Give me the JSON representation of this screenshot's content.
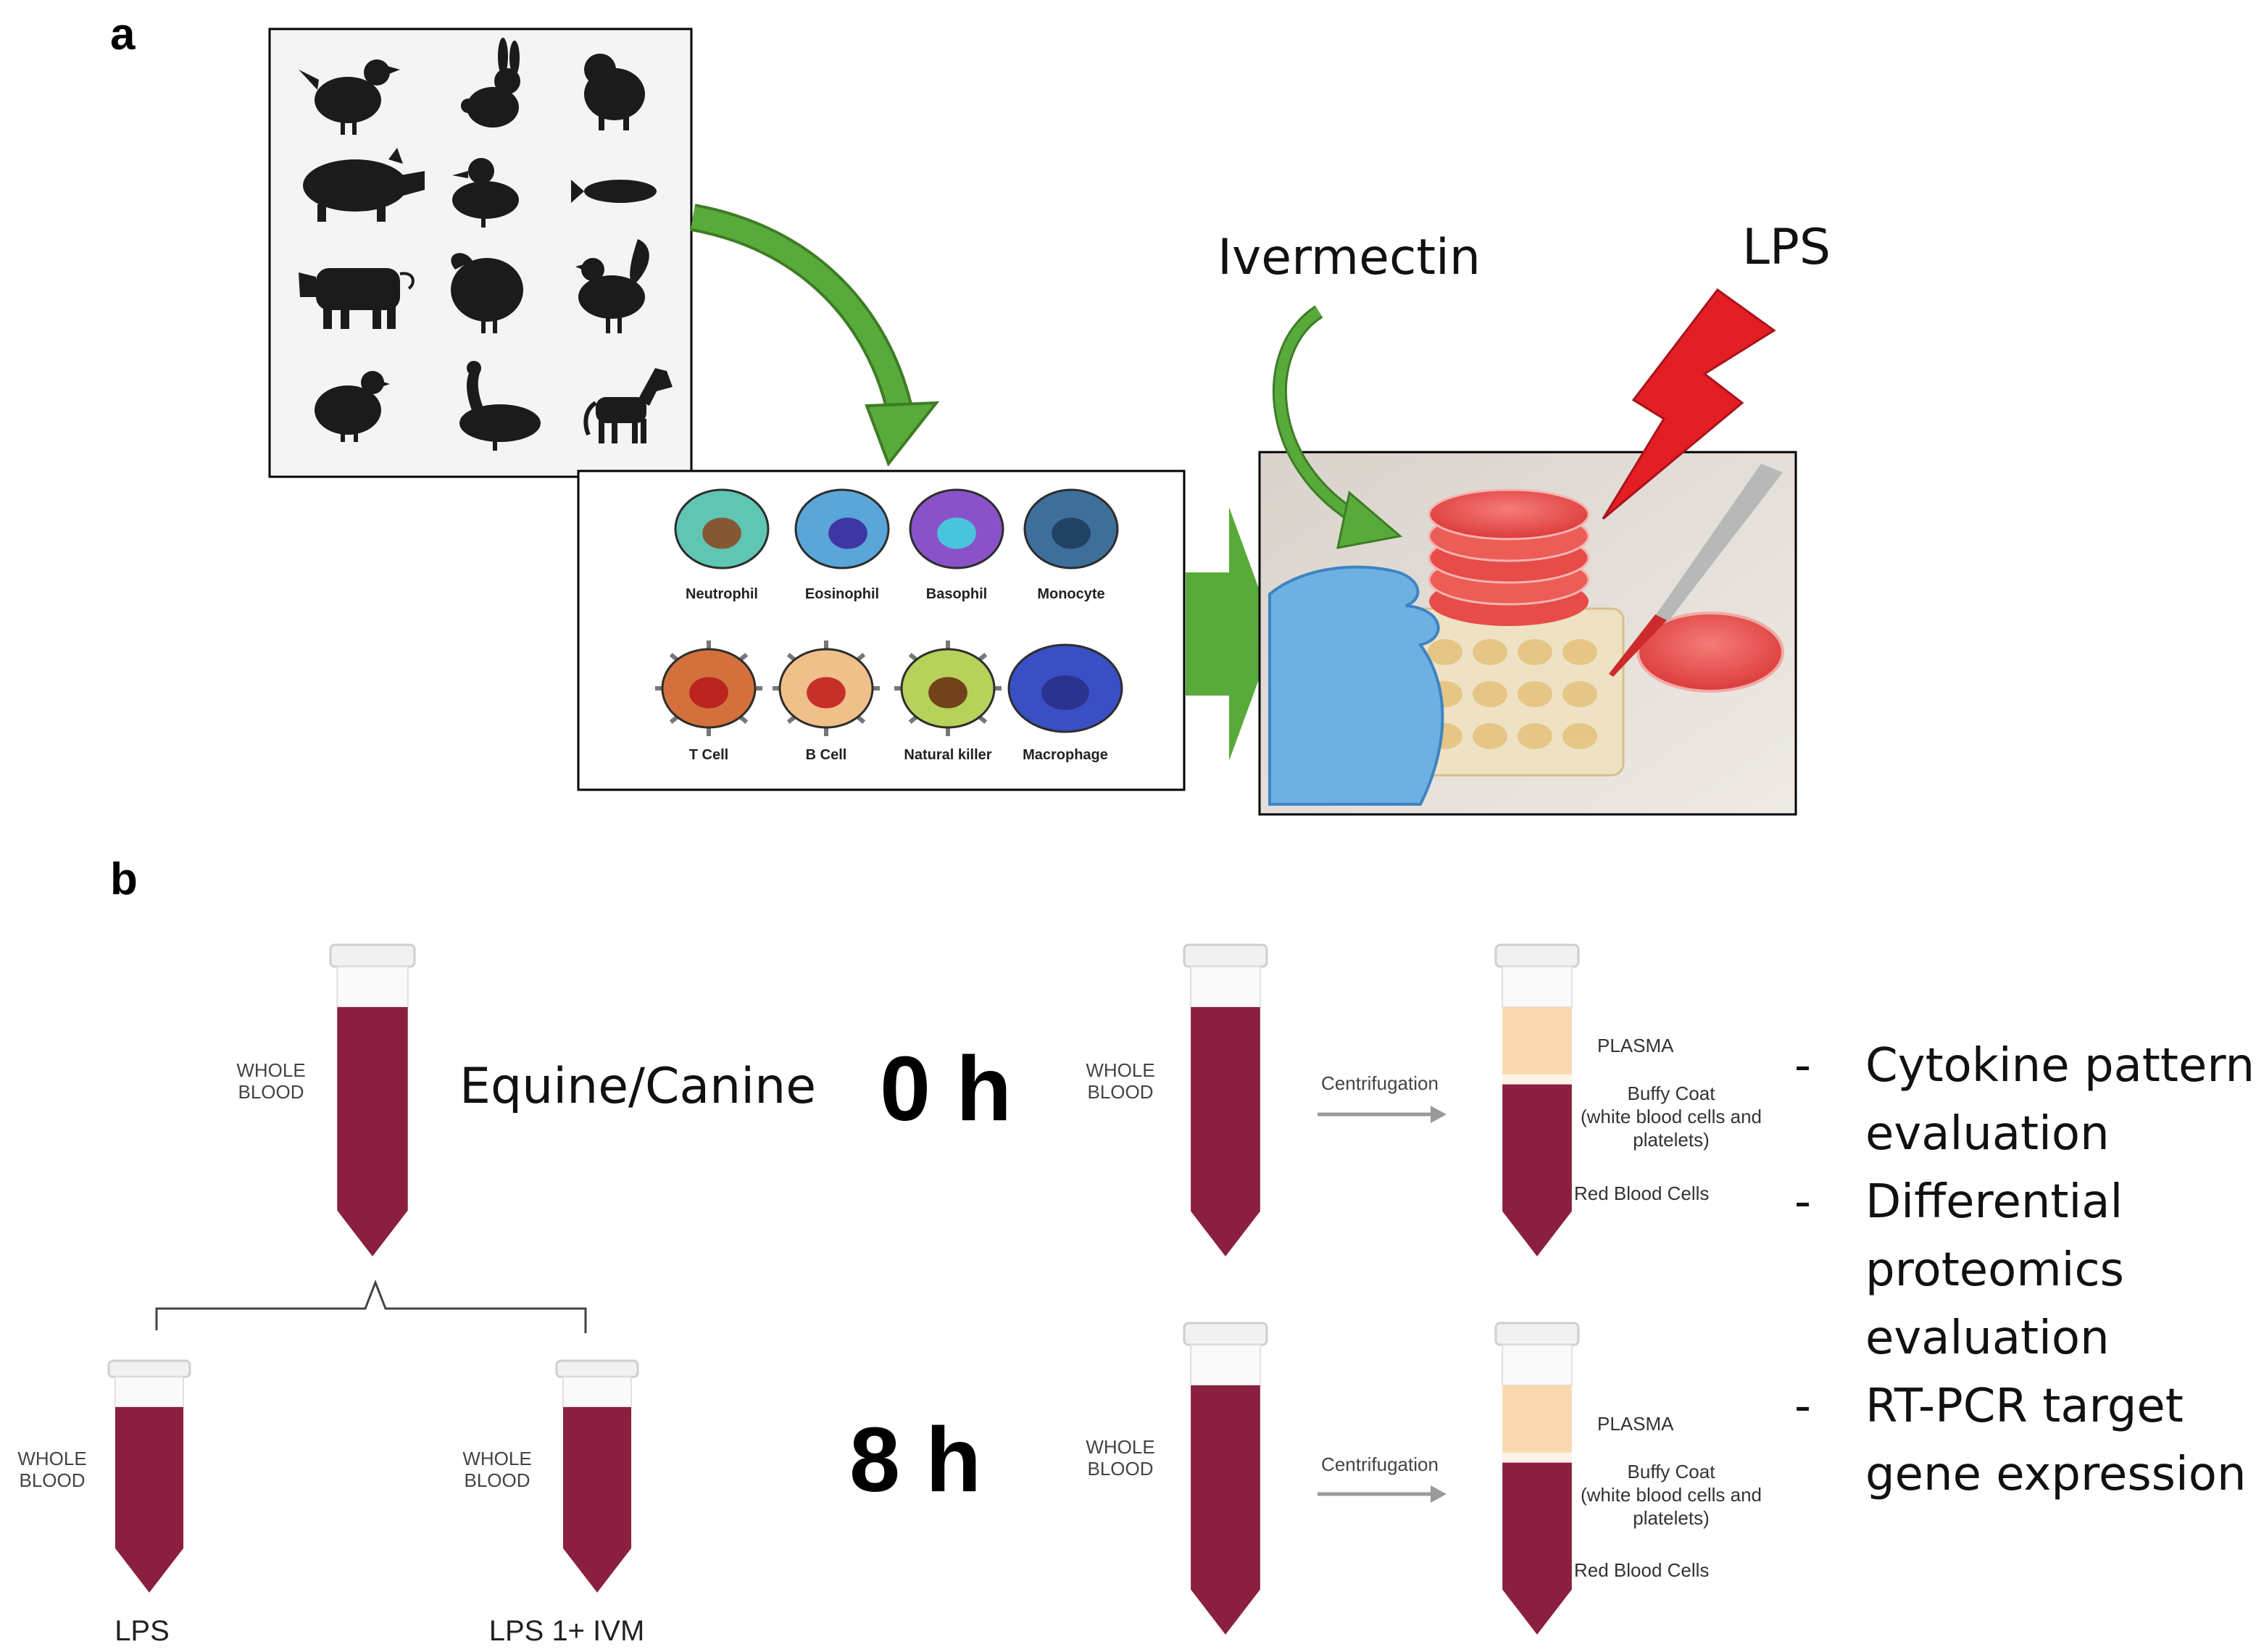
{
  "panels": {
    "a": "a",
    "b": "b"
  },
  "panel_a": {
    "animal_icons": [
      "chicken-icon",
      "rabbit-icon",
      "sheep-icon",
      "pig-icon",
      "duck-icon",
      "fish-icon",
      "cow-icon",
      "turkey-icon",
      "rooster-icon",
      "quail-icon",
      "goose-icon",
      "horse-icon"
    ],
    "cells": [
      {
        "label": "Neutrophil",
        "color": "#5fc6b4"
      },
      {
        "label": "Eosinophil",
        "color": "#5aa6d8"
      },
      {
        "label": "Basophil",
        "color": "#8a52c9"
      },
      {
        "label": "Monocyte",
        "color": "#3e6f9b"
      },
      {
        "label": "T Cell",
        "color": "#d4703c"
      },
      {
        "label": "B Cell",
        "color": "#f0c08a"
      },
      {
        "label": "Natural killer",
        "color": "#b7d25a"
      },
      {
        "label": "Macrophage",
        "color": "#3a4fc4"
      }
    ],
    "ivermectin": "Ivermectin",
    "lps": "LPS",
    "colors": {
      "arrow_green": "#58ab3b",
      "bolt_red": "#e31e24"
    }
  },
  "panel_b": {
    "whole_blood_line1": "WHOLE",
    "whole_blood_line2": "BLOOD",
    "species": "Equine/Canine",
    "time_0": "0 h",
    "time_8": "8 h",
    "centrifugation": "Centrifugation",
    "plasma": "PLASMA",
    "buffy_line1": "Buffy Coat",
    "buffy_line2": "(white blood cells and",
    "buffy_line3": "platelets)",
    "red_cells": "Red Blood Cells",
    "lps_tube": "LPS",
    "lps_ivm_tube": "LPS 1+ IVM",
    "bullet": "-",
    "evaluations": {
      "cytokine_line1": "Cytokine pattern",
      "cytokine_line2": "evaluation",
      "proteomics_line1": "Differential",
      "proteomics_line2": "proteomics",
      "proteomics_line3": "evaluation",
      "rtpcr_line1": "RT-PCR target",
      "rtpcr_line2": "gene expression"
    },
    "colors": {
      "blood": "#8b1f3f",
      "plasma": "#f9d9b0",
      "buffy": "#fdf3e6"
    }
  }
}
